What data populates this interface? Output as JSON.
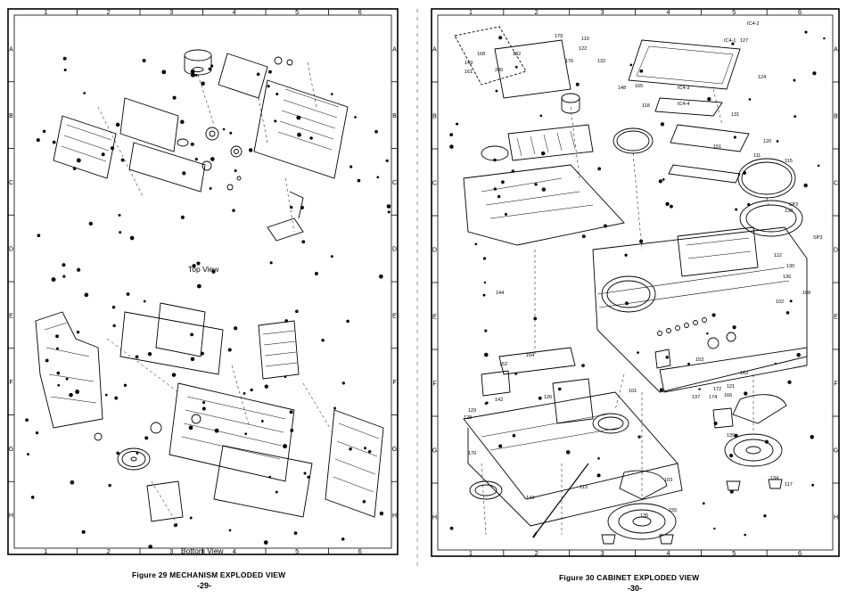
{
  "left_page": {
    "caption": "Figure 29 MECHANISM EXPLODED VIEW",
    "page_number": "-29-",
    "view_labels": {
      "top": "Top View",
      "bottom": "Bottom View"
    },
    "grid_columns": [
      "1",
      "2",
      "3",
      "4",
      "5",
      "6"
    ],
    "grid_rows": [
      "A",
      "B",
      "C",
      "D",
      "E",
      "F",
      "G",
      "H"
    ]
  },
  "right_page": {
    "caption": "Figure 30 CABINET EXPLODED VIEW",
    "page_number": "-30-",
    "grid_columns": [
      "1",
      "2",
      "3",
      "4",
      "5",
      "6"
    ],
    "grid_rows": [
      "A",
      "B",
      "C",
      "D",
      "E",
      "F",
      "G",
      "H"
    ],
    "part_labels": [
      "IC4-2",
      "IC4-1",
      "127",
      "124",
      "179",
      "122",
      "176",
      "132",
      "168",
      "149",
      "161",
      "200",
      "182",
      "110",
      "118",
      "165",
      "IC4-3",
      "IC4-4",
      "151",
      "120",
      "111",
      "115",
      "148",
      "131",
      "138",
      "112",
      "113",
      "143",
      "135",
      "155",
      "SP2",
      "SP3",
      "137",
      "174",
      "121",
      "134",
      "117",
      "103",
      "152",
      "164",
      "142",
      "108",
      "102",
      "101",
      "136",
      "130",
      "153",
      "126",
      "128",
      "170",
      "172",
      "166",
      "139",
      "163",
      "144",
      "129"
    ]
  }
}
